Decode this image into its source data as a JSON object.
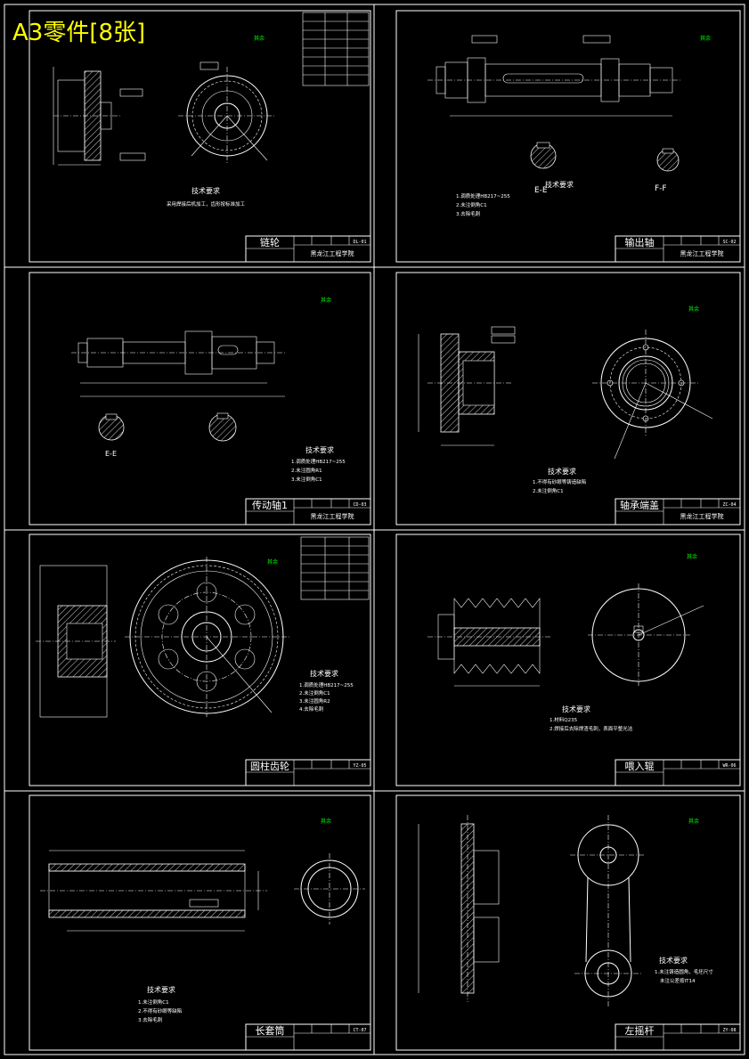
{
  "header": {
    "title": "A3零件[8张]"
  },
  "colors": {
    "background": "#000000",
    "line": "#ffffff",
    "title": "#ffff00",
    "surface_mark": "#00ff00"
  },
  "school": "黑龙江工程学院",
  "sheets": [
    {
      "id": "sheet-1",
      "part_name": "链轮",
      "drawing_no": "DL-01",
      "tech_title": "技术要求",
      "tech_notes": [
        "采用焊接后机加工，齿形按标准加工"
      ],
      "surface": "其余"
    },
    {
      "id": "sheet-2",
      "part_name": "输出轴",
      "drawing_no": "SC-02",
      "tech_title": "技术要求",
      "tech_notes": [
        "1.调质处理HB217~255",
        "2.未注倒角C1",
        "3.去除毛刺"
      ],
      "section_labels": [
        "E-E",
        "F-F"
      ],
      "surface": "其余"
    },
    {
      "id": "sheet-3",
      "part_name": "传动轴1",
      "drawing_no": "CD-03",
      "tech_title": "技术要求",
      "tech_notes": [
        "1.调质处理HB217~255",
        "2.未注圆角R1",
        "3.未注倒角C1"
      ],
      "section_labels": [
        "E-E"
      ],
      "surface": "其余"
    },
    {
      "id": "sheet-4",
      "part_name": "轴承端盖",
      "drawing_no": "ZC-04",
      "tech_title": "技术要求",
      "tech_notes": [
        "1.不得有砂眼等铸造缺陷",
        "2.未注倒角C1"
      ],
      "surface": "其余"
    },
    {
      "id": "sheet-5",
      "part_name": "圆柱齿轮",
      "drawing_no": "YZ-05",
      "tech_title": "技术要求",
      "tech_notes": [
        "1.调质处理HB217~255",
        "2.未注倒角C1",
        "3.未注圆角R2",
        "4.去除毛刺"
      ],
      "surface": "其余"
    },
    {
      "id": "sheet-6",
      "part_name": "喂入辊",
      "drawing_no": "WR-06",
      "tech_title": "技术要求",
      "tech_notes": [
        "1.材料Q235",
        "2.焊接后去除焊渣毛刺，表面平整光洁"
      ],
      "surface": "其余"
    },
    {
      "id": "sheet-7",
      "part_name": "长套筒",
      "drawing_no": "CT-07",
      "tech_title": "技术要求",
      "tech_notes": [
        "1.未注倒角C1",
        "2.不得有砂眼等缺陷",
        "3.去除毛刺"
      ],
      "surface": "其余"
    },
    {
      "id": "sheet-8",
      "part_name": "左摇杆",
      "drawing_no": "ZY-08",
      "tech_title": "技术要求",
      "tech_notes": [
        "1.未注铸造圆角，毛坯尺寸",
        "未注公差按IT14"
      ],
      "surface": "其余"
    }
  ]
}
